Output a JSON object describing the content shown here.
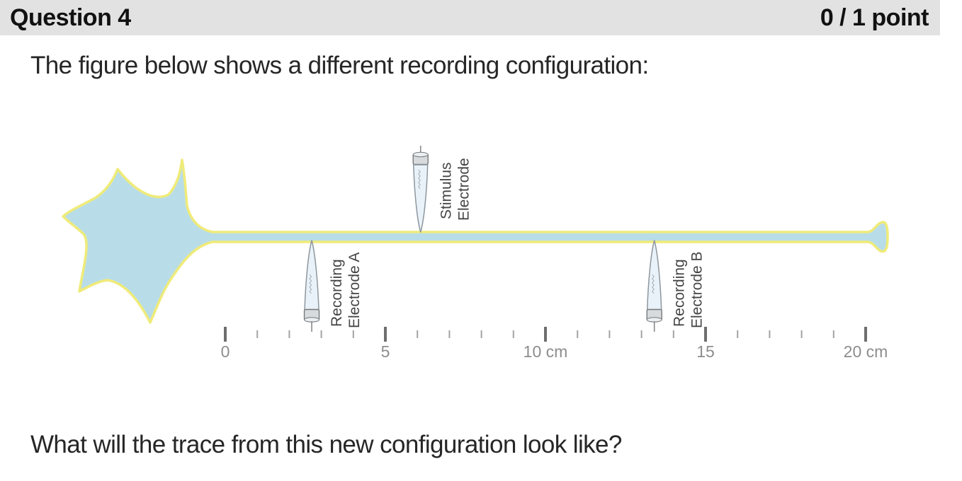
{
  "header": {
    "title": "Question 4",
    "score": "0 / 1 point"
  },
  "prompt": "The figure below shows a different recording configuration:",
  "question": "What will the trace from this new configuration look like?",
  "figure": {
    "electrodes": [
      {
        "id": "stimulus",
        "label_line1": "Stimulus",
        "label_line2": "Electrode",
        "position_cm": 6.1,
        "orientation": "above-axon"
      },
      {
        "id": "recording-a",
        "label_line1": "Recording",
        "label_line2": "Electrode A",
        "position_cm": 2.7,
        "orientation": "below-axon"
      },
      {
        "id": "recording-b",
        "label_line1": "Recording",
        "label_line2": "Electrode B",
        "position_cm": 13.4,
        "orientation": "below-axon"
      }
    ],
    "ruler": {
      "unit": "cm",
      "min": 0,
      "max": 20,
      "minor_step": 1,
      "major_ticks": [
        0,
        5,
        10,
        15,
        20
      ],
      "major_labels": [
        "0",
        "5",
        "10 cm",
        "15",
        "20 cm"
      ]
    },
    "colors": {
      "neuron_fill": "#b9dde8",
      "neuron_outline": "#efeb79",
      "electrode_fill": "#e9f2f8",
      "electrode_outline": "#8e979e",
      "cap_fill": "#d8dbdd",
      "cap_outline": "#75797c",
      "tick_major": "#6e6e6e",
      "tick_minor": "#a3a3a3",
      "header_bg": "#e2e2e2"
    }
  }
}
